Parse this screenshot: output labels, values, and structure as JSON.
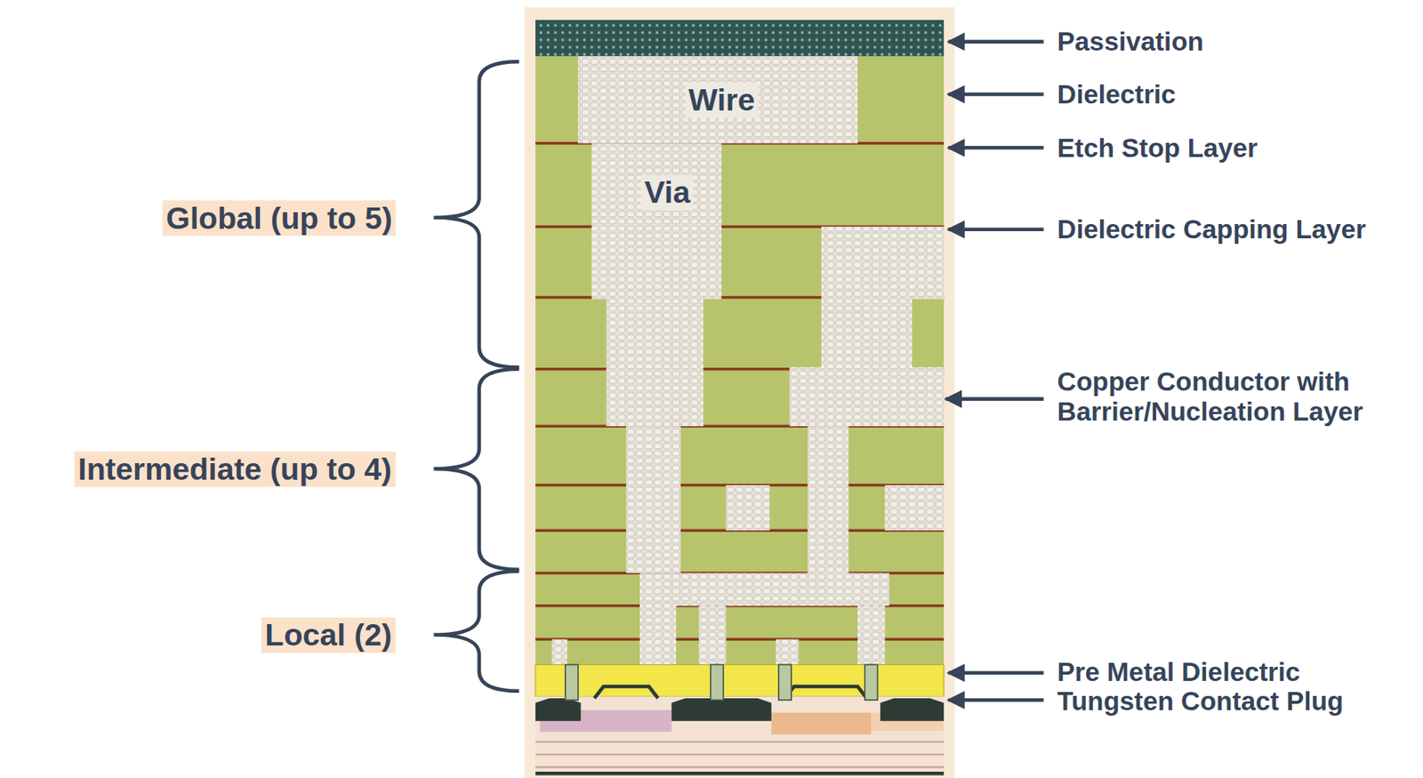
{
  "diagram": {
    "labels": [
      "Passivation",
      "Dielectric",
      "Wire",
      "Etch Stop Layer",
      "Global (up to 5)",
      "Via",
      "Dielectric Capping Layer",
      "Copper Conductor with Barrier/Nucleation Layer",
      "Intermediate (up to 4)",
      "Local (2)",
      "Pre Metal Dielectric",
      "Tungsten Contact Plug"
    ]
  }
}
